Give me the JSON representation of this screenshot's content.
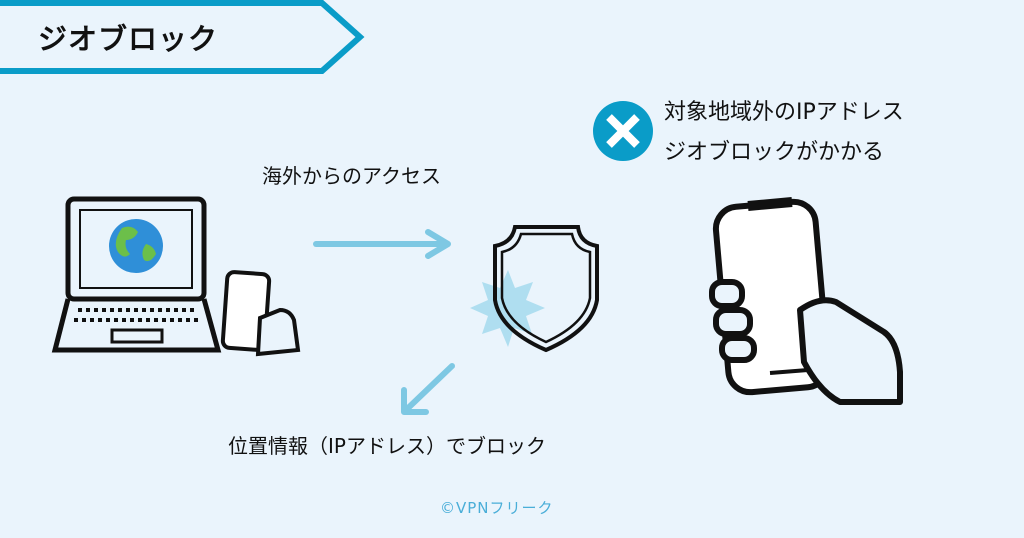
{
  "title": "ジオブロック",
  "access_label": "海外からのアクセス",
  "block_label": "位置情報（IPアドレス）でブロック",
  "warning": {
    "line1": "対象地域外のIPアドレス",
    "line2": "ジオブロックがかかる",
    "icon": "x-circle-icon"
  },
  "credit": "©VPNフリーク",
  "colors": {
    "background": "#eaf4fc",
    "accent": "#0a9cc8",
    "arrow": "#7ec8e3",
    "burst": "#a9dbee"
  }
}
